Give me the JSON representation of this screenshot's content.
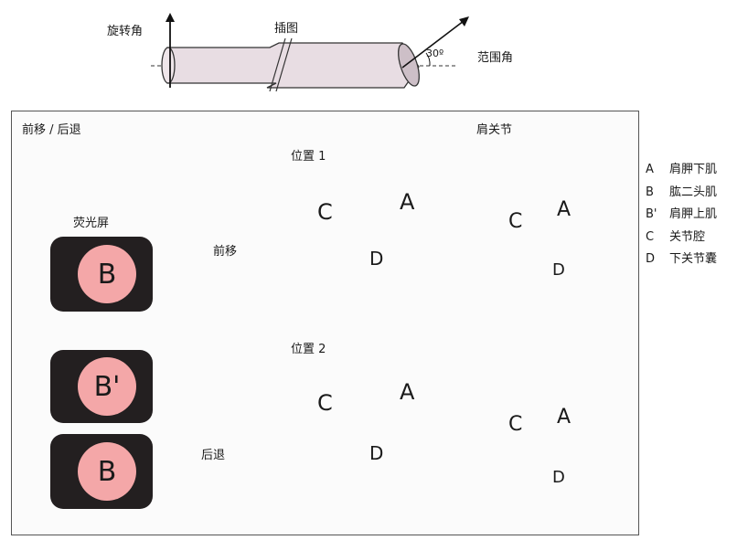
{
  "top": {
    "rotation_label": "旋转角",
    "insert_label": "插图",
    "range_label": "范围角",
    "angle_value": "30º"
  },
  "panel": {
    "title": "前移 / 后退",
    "shoulder_label": "肩关节",
    "screen_label": "荧光屏",
    "position1": "位置 1",
    "position2": "位置 2",
    "forward": "前移",
    "backward": "后退",
    "screen_top": "B",
    "screen_bottom_a": "B'",
    "screen_bottom_b": "B",
    "box_letters": {
      "c": "C",
      "a": "A",
      "d": "D",
      "b": "B"
    }
  },
  "legend": [
    {
      "key": "A",
      "text": "肩胛下肌"
    },
    {
      "key": "B",
      "text": "肱二头肌"
    },
    {
      "key": "B'",
      "text": "肩胛上肌"
    },
    {
      "key": "C",
      "text": "关节腔"
    },
    {
      "key": "D",
      "text": "下关节囊"
    }
  ],
  "colors": {
    "pink": "#f4a7a8",
    "pink_dark": "#d96a72",
    "screen": "#231f20"
  }
}
